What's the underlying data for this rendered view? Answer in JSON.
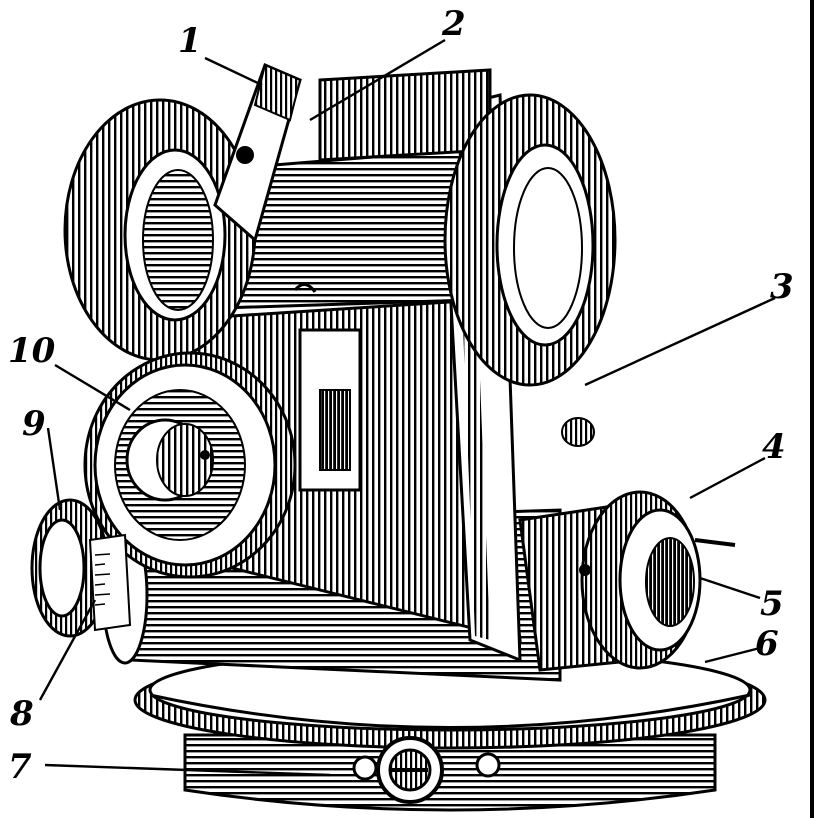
{
  "callouts": [
    {
      "id": "1",
      "label": "1"
    },
    {
      "id": "2",
      "label": "2"
    },
    {
      "id": "3",
      "label": "3"
    },
    {
      "id": "4",
      "label": "4"
    },
    {
      "id": "5",
      "label": "5"
    },
    {
      "id": "6",
      "label": "6"
    },
    {
      "id": "7",
      "label": "7"
    },
    {
      "id": "8",
      "label": "8"
    },
    {
      "id": "9",
      "label": "9"
    },
    {
      "id": "10",
      "label": "10"
    }
  ],
  "colors": {
    "ink": "#000000",
    "paper": "#ffffff"
  }
}
